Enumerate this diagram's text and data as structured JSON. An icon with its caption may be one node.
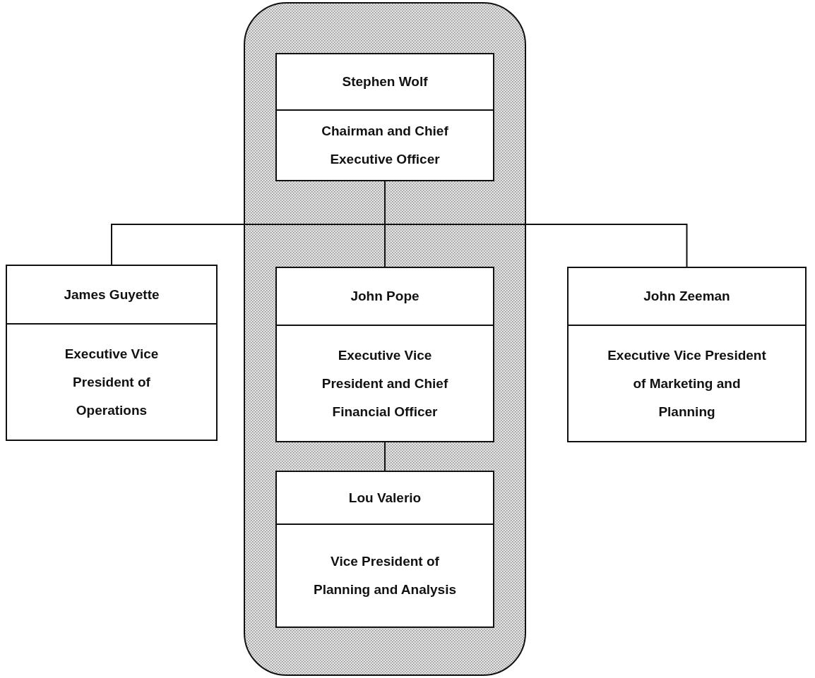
{
  "diagram": {
    "nodes": [
      {
        "text": [],
        "shape": "box"
      },
      {
        "text": [
          "Stephen Wolf",
          "Chairman and Chief Executive Officer"
        ],
        "in": 0
      },
      {
        "text": [
          "James Guyette",
          "Executive Vice President of Operations"
        ]
      },
      {
        "text": [
          "John Pope",
          "Executive Vice President and Chief Financial Officer"
        ],
        "in": 0
      },
      {
        "text": [
          "John Zeeman",
          "Executive Vice President of Marketing and Planning"
        ]
      },
      {
        "text": [
          "Lou Valerio",
          "Vice President of Planning and Analysis"
        ],
        "in": 0
      }
    ],
    "edges": [
      {
        "from": 1,
        "to": 2,
        "arrow": "none"
      },
      {
        "from": 1,
        "to": 3,
        "arrow": "none"
      },
      {
        "from": 1,
        "to": 4,
        "arrow": "none"
      },
      {
        "from": 3,
        "to": 5,
        "arrow": "none"
      }
    ]
  }
}
